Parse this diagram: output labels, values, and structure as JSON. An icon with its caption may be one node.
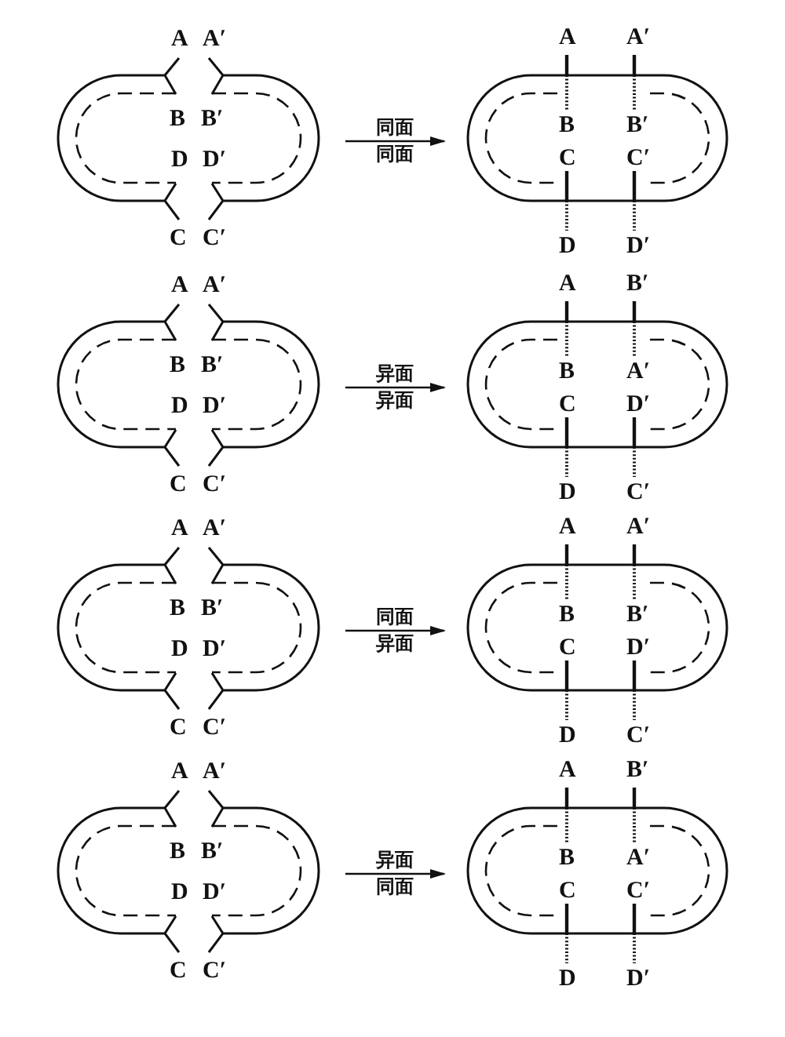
{
  "diagram": {
    "nodes": [
      {
        "text": [
          "A",
          "A′",
          "B",
          "B′",
          "D",
          "D′",
          "C",
          "C′"
        ]
      },
      {
        "text": [
          "A",
          "A′",
          "B",
          "B′",
          "C",
          "C′",
          "D",
          "D′"
        ]
      },
      {
        "text": [
          "A",
          "A′",
          "B",
          "B′",
          "D",
          "D′",
          "C",
          "C′"
        ]
      },
      {
        "text": [
          "A",
          "B′",
          "B",
          "A′",
          "C",
          "D′",
          "D",
          "C′"
        ]
      },
      {
        "text": [
          "A",
          "A′",
          "B",
          "B′",
          "D",
          "D′",
          "C",
          "C′"
        ]
      },
      {
        "text": [
          "A",
          "A′",
          "B",
          "B′",
          "C",
          "D′",
          "D",
          "C′"
        ]
      },
      {
        "text": [
          "A",
          "A′",
          "B",
          "B′",
          "D",
          "D′",
          "C",
          "C′"
        ]
      },
      {
        "text": [
          "A",
          "B′",
          "B",
          "A′",
          "C",
          "C′",
          "D",
          "D′"
        ]
      }
    ],
    "edges": [
      {
        "from": 0,
        "to": 1,
        "arrow": "to",
        "label": "同面"
      },
      {
        "from": 2,
        "to": 3,
        "arrow": "to",
        "label": "异面"
      },
      {
        "from": 4,
        "to": 5,
        "arrow": "to",
        "label": "同面"
      },
      {
        "from": 6,
        "to": 7,
        "arrow": "to",
        "label": "异面"
      }
    ],
    "labels": [
      "同面",
      "异面",
      "异面",
      "同面"
    ]
  }
}
